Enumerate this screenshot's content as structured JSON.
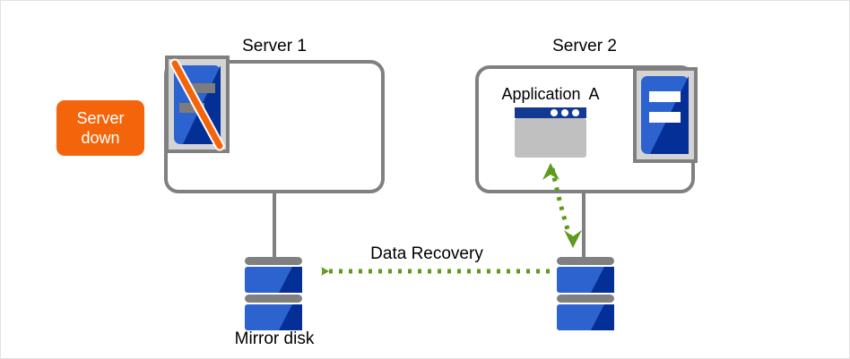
{
  "diagram": {
    "title_server1": "Server 1",
    "title_server2": "Server 2",
    "application_label": "Application  A",
    "data_flow_label": "Data Recovery",
    "disk_label": "Mirror disk",
    "status_badge": {
      "line1": "Server",
      "line2": "down"
    },
    "icons": {
      "server1": "server-down-icon",
      "server2": "server-active-icon",
      "application": "application-window-icon",
      "disk_left": "mirror-disk-icon",
      "disk_right": "disk-icon",
      "recovery_arrow": "dotted-arrow-left-icon",
      "sync_arrow": "dotted-double-arrow-icon"
    },
    "colors": {
      "badge_orange": "#F4650B",
      "box_border_gray": "#808080",
      "connector_gray": "#808080",
      "arrow_green": "#5E9A1C",
      "server_blue_light": "#2C63CF",
      "server_blue_dark": "#042F96",
      "icon_frame_gray": "#D4D4D4",
      "icon_frame_border": "#808080",
      "app_titlebar_navy": "#123A93",
      "app_body_gray": "#C0C0C0",
      "disk_cap_gray": "#808080",
      "slash_orange": "#F4650B",
      "text_black": "#000000",
      "page_border": "#E2E2E2"
    }
  }
}
